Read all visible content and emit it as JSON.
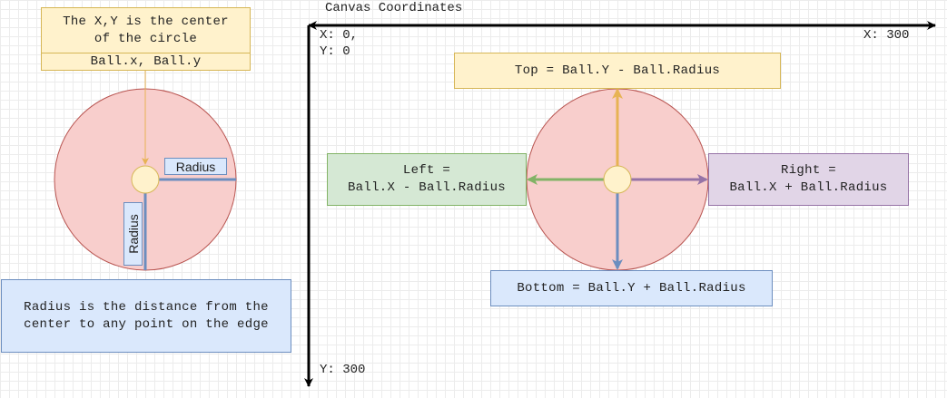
{
  "center_note": {
    "text": "The X,Y is the center\nof the circle",
    "subtext": "Ball.x, Ball.y"
  },
  "radius_labels": {
    "horizontal": "Radius",
    "vertical": "Radius"
  },
  "radius_note": "Radius is the distance from the\ncenter to any point on the edge",
  "canvas": {
    "title": "Canvas Coordinates",
    "origin_x": "X: 0,",
    "origin_y": "Y: 0",
    "x_max": "X: 300",
    "y_max": "Y: 300"
  },
  "edges": {
    "top": "Top = Ball.Y - Ball.Radius",
    "left": "Left =\nBall.X - Ball.Radius",
    "right": "Right =\nBall.X + Ball.Radius",
    "bottom": "Bottom = Ball.Y + Ball.Radius"
  },
  "colors": {
    "circle_fill": "#f8cecc",
    "circle_stroke": "#b85450",
    "center_fill": "#fff2cc",
    "center_stroke": "#d6b656",
    "top_arrow": "#e7b354",
    "left_arrow": "#82b366",
    "right_arrow": "#9673a6",
    "bottom_arrow": "#6c8ebf",
    "radius_line": "#6c8ebf",
    "axis": "#000000"
  }
}
